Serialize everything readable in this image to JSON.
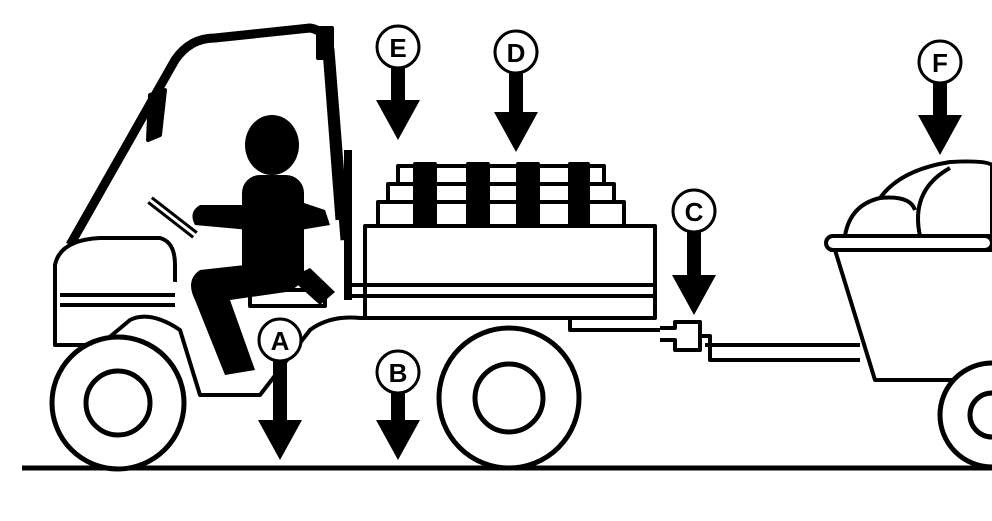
{
  "diagram": {
    "callouts": [
      {
        "id": "A",
        "label": "A"
      },
      {
        "id": "B",
        "label": "B"
      },
      {
        "id": "C",
        "label": "C"
      },
      {
        "id": "D",
        "label": "D"
      },
      {
        "id": "E",
        "label": "E"
      },
      {
        "id": "F",
        "label": "F"
      }
    ],
    "colors": {
      "ink": "#000000",
      "background": "#ffffff"
    }
  }
}
